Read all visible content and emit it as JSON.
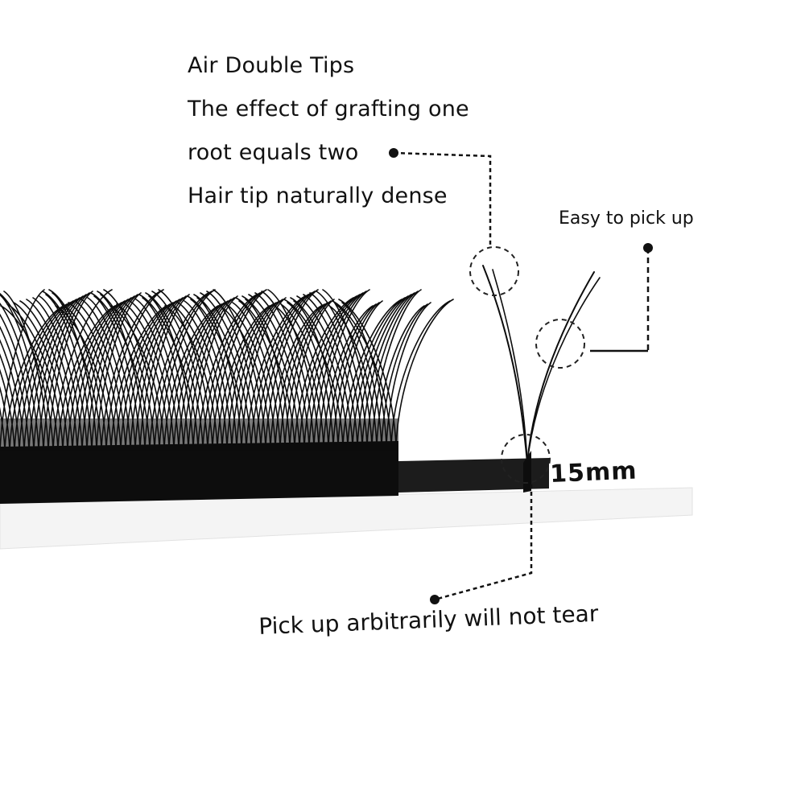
{
  "description_lines": [
    "Air Double Tips",
    "The effect of grafting one",
    "root equals two",
    "Hair tip naturally dense"
  ],
  "callouts": {
    "easy_pick": "Easy to pick up",
    "no_tear": "Pick up arbitrarily will not tear"
  },
  "length_label": "15mm",
  "colors": {
    "background": "#ffffff",
    "lash": "#0d0d0d",
    "strip": "#f4f4f4",
    "callout_line": "#111111"
  }
}
